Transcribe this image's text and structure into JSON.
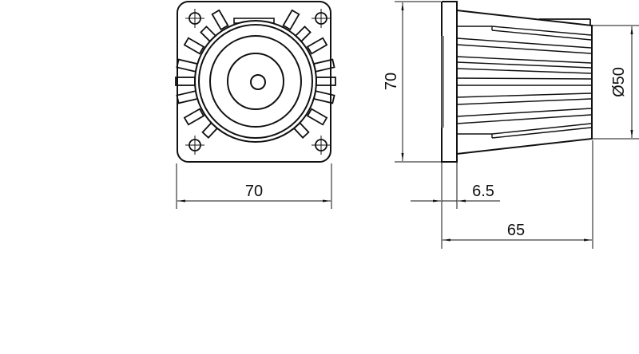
{
  "drawing": {
    "type": "technical-drawing",
    "subject": "leveling foot / adjustable foot",
    "views": [
      {
        "name": "front-view",
        "description": "square base plate with 4 corner mounting holes, radial ribs and concentric circles"
      },
      {
        "name": "side-view",
        "description": "flanged conical body with ribs"
      }
    ],
    "line_color": "#111111",
    "background_color": "#ffffff"
  },
  "dimensions": {
    "front_width": "70",
    "side_height": "70",
    "diameter": "Ø50",
    "flange_thickness": "6.5",
    "overall_length": "65"
  }
}
